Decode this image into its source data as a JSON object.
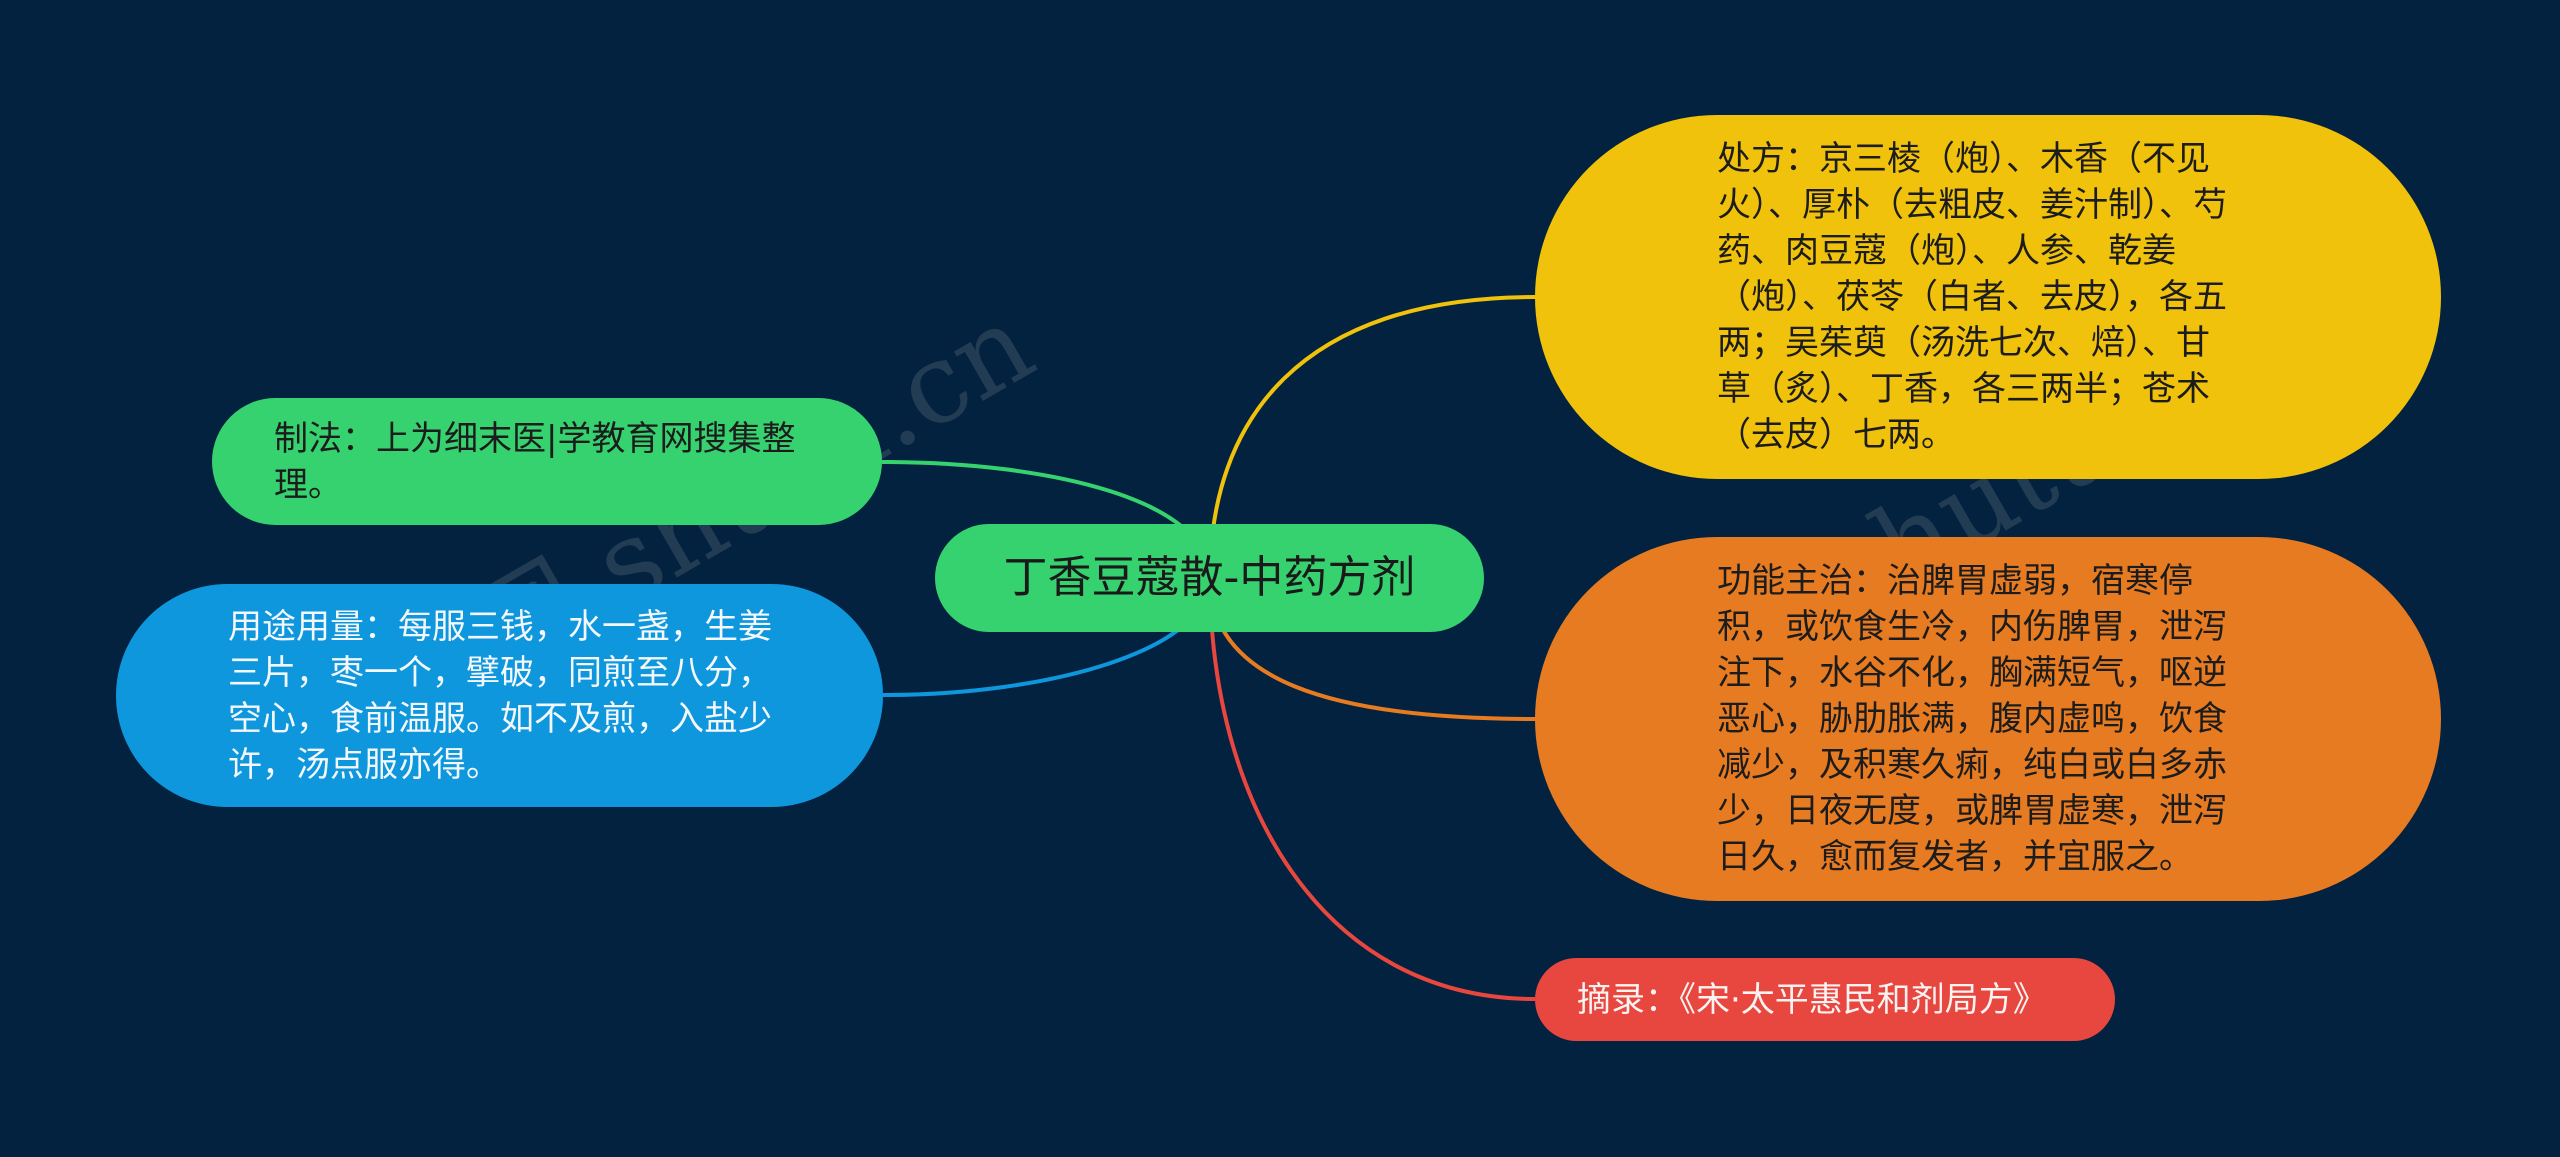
{
  "diagram": {
    "center": {
      "label": "丁香豆蔻散-中药方剂",
      "color": "#36d26f"
    },
    "branches": [
      {
        "id": "method",
        "text": "制法：上为细末医|学教育网搜集整理。",
        "fill": "#36d26f",
        "link_color": "#36d26f"
      },
      {
        "id": "usage",
        "text": "用途用量：每服三钱，水一盏，生姜三片，枣一个，擘破，同煎至八分，空心，食前温服。如不及煎，入盐少许，汤点服亦得。",
        "fill": "#0e97dd",
        "link_color": "#0e97dd"
      },
      {
        "id": "prescription",
        "text": "处方：京三棱（炮）、木香（不见火）、厚朴（去粗皮、姜汁制）、芍药、肉豆蔻（炮）、人参、乾姜（炮）、茯苓（白者、去皮），各五两；吴茱萸（汤洗七次、焙）、甘草（炙）、丁香，各三两半；苍术（去皮）七两。",
        "fill": "#f0c20c",
        "link_color": "#f0c20c"
      },
      {
        "id": "function",
        "text": "功能主治：治脾胃虚弱，宿寒停积，或饮食生冷，内伤脾胃，泄泻注下，水谷不化，胸满短气，呕逆恶心，胁肋胀满，腹内虚鸣，饮食减少，及积寒久痢，纯白或白多赤少，日夜无度，或脾胃虚寒，泄泻日久，愈而复发者，并宜服之。",
        "fill": "#e77b22",
        "link_color": "#e77b22"
      },
      {
        "id": "source",
        "text": "摘录：《宋·太平惠民和剂局方》",
        "fill": "#e8473f",
        "link_color": "#e8473f"
      }
    ]
  },
  "watermark": {
    "text": "树图 shutu.cn"
  },
  "theme": {
    "background": "#03223f"
  }
}
